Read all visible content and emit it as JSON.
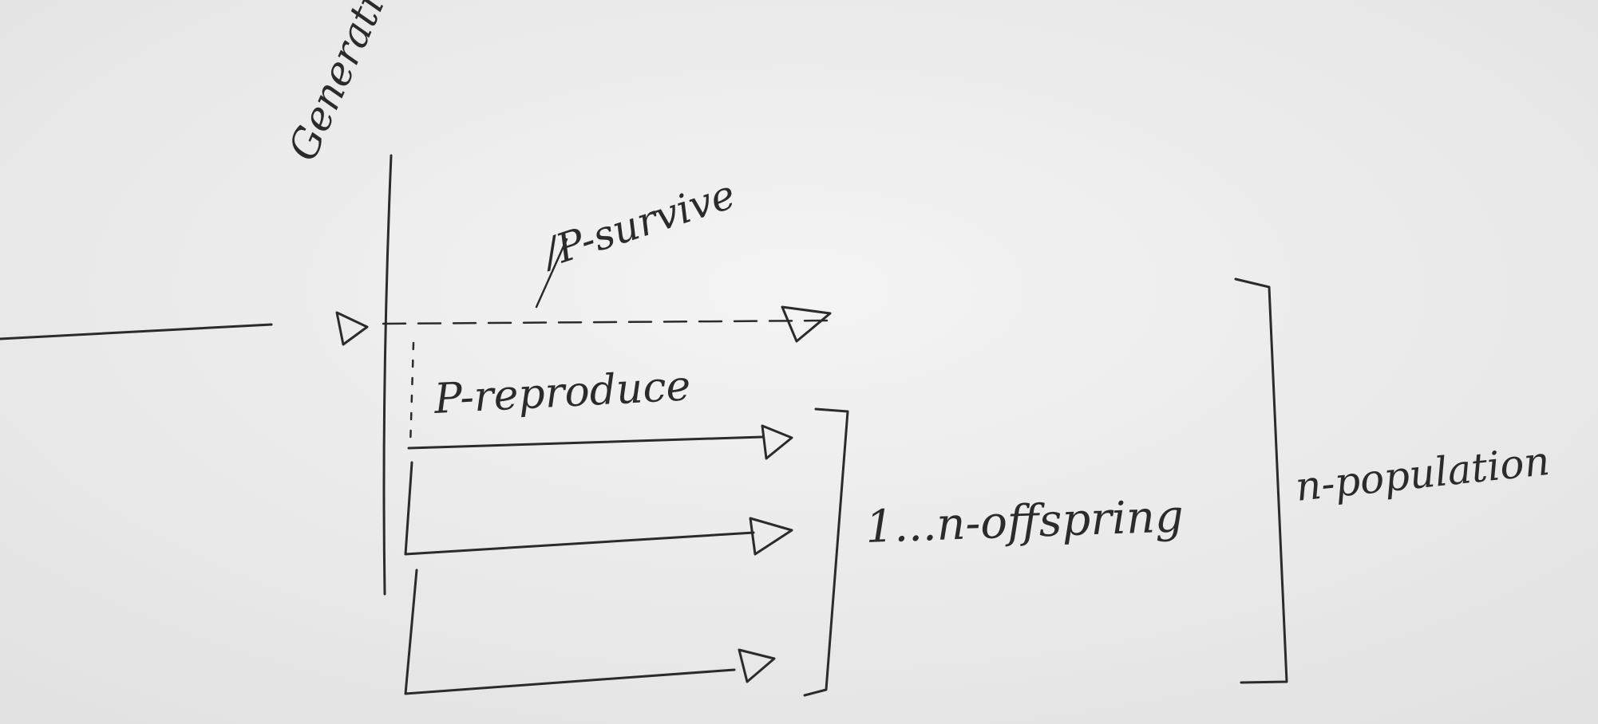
{
  "labels": {
    "generation": "Generation",
    "p_survive": "/P-survive",
    "p_reproduce": "P-reproduce",
    "offspring": "1...n-offspring",
    "population": "n-population"
  },
  "colors": {
    "paper": "#eeeeee",
    "ink": "#2b2b2b"
  }
}
